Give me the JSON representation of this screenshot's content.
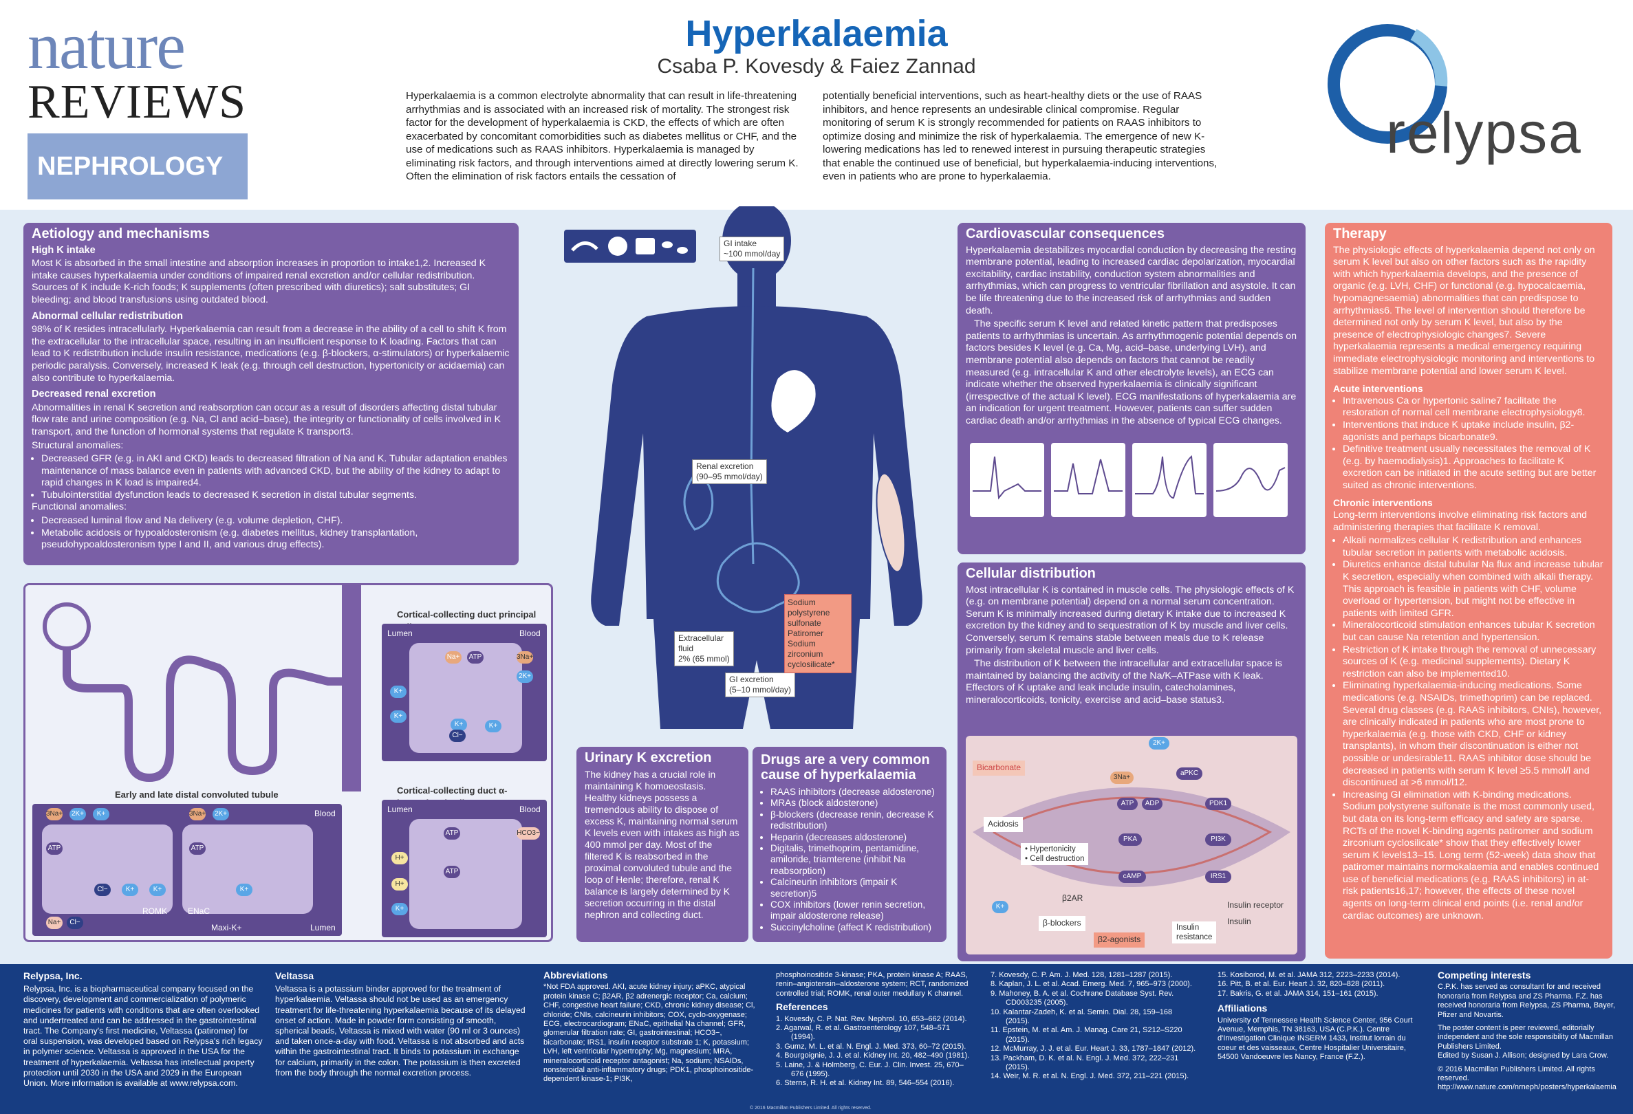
{
  "header": {
    "journal_line1": "nature",
    "journal_line2": "REVIEWS",
    "journal_line3": "NEPHROLOGY",
    "title": "Hyperkalaemia",
    "authors": "Csaba P. Kovesdy & Faiez Zannad",
    "sponsor": "relypsa",
    "intro_left": "Hyperkalaemia is a common electrolyte abnormality that can result in life-threatening arrhythmias and is associated with an increased risk of mortality. The strongest risk factor for the development of hyperkalaemia is CKD, the effects of which are often exacerbated by concomitant comorbidities such as diabetes mellitus or CHF, and the use of medications such as RAAS inhibitors. Hyperkalaemia is managed by eliminating risk factors, and through interventions aimed at directly lowering serum K. Often the elimination of risk factors entails the cessation of",
    "intro_right": "potentially beneficial interventions, such as heart-healthy diets or the use of RAAS inhibitors, and hence represents an undesirable clinical compromise. Regular monitoring of serum K is strongly recommended for patients on RAAS inhibitors to optimize dosing and minimize the risk of hyperkalaemia. The emergence of new K-lowering medications has led to renewed interest in pursuing therapeutic strategies that enable the continued use of beneficial, but hyperkalaemia-inducing interventions, even in patients who are prone to hyperkalaemia."
  },
  "colors": {
    "title_blue": "#1565b7",
    "purple": "#7a5fa6",
    "salmon": "#ef8377",
    "navy": "#173d82",
    "body": "#2f3f86"
  },
  "aetiology": {
    "title": "Aetiology and mechanisms",
    "h1": "High K intake",
    "p1": "Most K is absorbed in the small intestine and absorption increases in proportion to intake1,2. Increased K intake causes hyperkalaemia under conditions of impaired renal excretion and/or cellular redistribution. Sources of K include K-rich foods; K supplements (often prescribed with diuretics); salt substitutes; GI bleeding; and blood transfusions using outdated blood.",
    "h2": "Abnormal cellular redistribution",
    "p2": "98% of K resides intracellularly. Hyperkalaemia can result from a decrease in the ability of a cell to shift K from the extracellular to the intracellular space, resulting in an insufficient response to K loading. Factors that can lead to K redistribution include insulin resistance, medications (e.g. β-blockers, α-stimulators) or hyperkalaemic periodic paralysis. Conversely, increased K leak (e.g. through cell destruction, hypertonicity or acidaemia) can also contribute to hyperkalaemia.",
    "h3": "Decreased renal excretion",
    "p3": "Abnormalities in renal K secretion and reabsorption can occur as a result of disorders affecting distal tubular flow rate and urine composition (e.g. Na, Cl and acid–base), the integrity or functionality of cells involved in K transport, and the function of hormonal systems that regulate K transport3.",
    "structural": "Structural anomalies:",
    "s1": "Decreased GFR (e.g. in AKI and CKD) leads to decreased filtration of Na and K. Tubular adaptation enables maintenance of mass balance even in patients with advanced CKD, but the ability of the kidney to adapt to rapid changes in K load is impaired4.",
    "s2": "Tubulointerstitial dysfunction leads to decreased K secretion in distal tubular segments.",
    "functional": "Functional anomalies:",
    "f1": "Decreased luminal flow and Na delivery (e.g. volume depletion, CHF).",
    "f2": "Metabolic acidosis or hypoaldosteronism (e.g. diabetes mellitus, kidney transplantation, pseudohypoaldosteronism type I and II, and various drug effects)."
  },
  "nephron": {
    "principal_title": "Cortical-collecting duct principal cell",
    "alpha_title": "Cortical-collecting duct α-intercalated cell",
    "dct_title": "Early and late distal convoluted tubule",
    "lumen": "Lumen",
    "blood": "Blood",
    "atp": "ATP",
    "na3": "3Na+",
    "k2": "2K+",
    "k": "K+",
    "na": "Na+",
    "cl": "Cl−",
    "h": "H+",
    "hco3": "HCO3−",
    "romk": "ROMK",
    "enac": "ENaC",
    "maxik": "Maxi-K+"
  },
  "body": {
    "gi_intake": "GI intake\n~100 mmol/day",
    "renal": "Renal excretion\n(90–95 mmol/day)",
    "extracellular": "Extracellular\nfluid\n2% (65 mmol)",
    "gi_excretion": "GI excretion\n(5–10 mmol/day)",
    "drugs_tag": [
      "Sodium polystyrene sulfonate",
      "Patiromer",
      "Sodium zirconium cyclosilicate*"
    ]
  },
  "cardio": {
    "title": "Cardiovascular consequences",
    "p1": "Hyperkalaemia destabilizes myocardial conduction by decreasing the resting membrane potential, leading to increased cardiac depolarization, myocardial excitability, cardiac instability, conduction system abnormalities and arrhythmias, which can progress to ventricular fibrillation and asystole. It can be life threatening due to the increased risk of arrhythmias and sudden death.",
    "p2": "The specific serum K level and related kinetic pattern that predisposes patients to arrhythmias is uncertain. As arrhythmogenic potential depends on factors besides K level (e.g. Ca, Mg, acid–base, underlying LVH), and membrane potential also depends on factors that cannot be readily measured (e.g. intracellular K and other electrolyte levels), an ECG can indicate whether the observed hyperkalaemia is clinically significant (irrespective of the actual K level). ECG manifestations of hyperkalaemia are an indication for urgent treatment. However, patients can suffer sudden cardiac death and/or arrhythmias in the absence of typical ECG changes."
  },
  "cellular": {
    "title": "Cellular distribution",
    "p1": "Most intracellular K is contained in muscle cells. The physiologic effects of K (e.g. on membrane potential) depend on a normal serum concentration. Serum K is minimally increased during dietary K intake due to increased K excretion by the kidney and to sequestration of K by muscle and liver cells. Conversely, serum K remains stable between meals due to K release primarily from skeletal muscle and liver cells.",
    "p2": "The distribution of K between the intracellular and extracellular space is maintained by balancing the activity of the Na/K–ATPase with K leak. Effectors of K uptake and leak include insulin, catecholamines, mineralocorticoids, tonicity, exercise and acid–base status3.",
    "bicarbonate": "Bicarbonate",
    "acidosis": "Acidosis",
    "hyper1": "• Hypertonicity",
    "hyper2": "• Cell destruction",
    "k2": "2K+",
    "na3": "3Na+",
    "atp": "ATP",
    "adp": "ADP",
    "apkc": "aPKC",
    "pdk1": "PDK1",
    "pka": "PKA",
    "pi3k": "PI3K",
    "camp": "cAMP",
    "irs1": "IRS1",
    "b2ar": "β2AR",
    "bblockers": "β-blockers",
    "b2agonists": "β2-agonists",
    "insulin_receptor": "Insulin receptor",
    "insulin": "Insulin",
    "insulin_resistance": "Insulin\nresistance",
    "k": "K+"
  },
  "urinary": {
    "title": "Urinary K excretion",
    "text": "The kidney has a crucial role in maintaining K homoeostasis. Healthy kidneys possess a tremendous ability to dispose of excess K, maintaining normal serum K levels even with intakes as high as 400 mmol per day. Most of the filtered K is reabsorbed in the proximal convoluted tubule and the loop of Henle; therefore, renal K balance is largely determined by K secretion occurring in the distal nephron and collecting duct."
  },
  "drugs": {
    "title": "Drugs are a very common cause of hyperkalaemia",
    "items": [
      "RAAS inhibitors (decrease aldosterone)",
      "MRAs (block aldosterone)",
      "β-blockers (decrease renin, decrease K redistribution)",
      "Heparin (decreases aldosterone)",
      "Digitalis, trimethoprim, pentamidine, amiloride, triamterene (inhibit Na reabsorption)",
      "Calcineurin inhibitors (impair K secretion)5",
      "COX inhibitors (lower renin secretion, impair aldosterone release)",
      "Succinylcholine (affect K redistribution)"
    ]
  },
  "therapy": {
    "title": "Therapy",
    "intro": "The physiologic effects of hyperkalaemia depend not only on serum K level but also on other factors such as the rapidity with which hyperkalaemia develops, and the presence of organic (e.g. LVH, CHF) or functional (e.g. hypocalcaemia, hypomagnesaemia) abnormalities that can predispose to arrhythmias6. The level of intervention should therefore be determined not only by serum K level, but also by the presence of electrophysiologic changes7. Severe hyperkalaemia represents a medical emergency requiring immediate electrophysiologic monitoring and interventions to stabilize membrane potential and lower serum K level.",
    "acute_title": "Acute interventions",
    "acute": [
      "Intravenous Ca or hypertonic saline7 facilitate the restoration of normal cell membrane electrophysiology8.",
      "Interventions that induce K uptake include insulin, β2-agonists and perhaps bicarbonate9.",
      "Definitive treatment usually necessitates the removal of K (e.g. by haemodialysis)1. Approaches to facilitate K excretion can be initiated in the acute setting but are better suited as chronic interventions."
    ],
    "chronic_title": "Chronic interventions",
    "chronic_intro": "Long-term interventions involve eliminating risk factors and administering therapies that facilitate K removal.",
    "chronic": [
      "Alkali normalizes cellular K redistribution and enhances tubular secretion in patients with metabolic acidosis.",
      "Diuretics enhance distal tubular Na flux and increase tubular K secretion, especially when combined with alkali therapy. This approach is feasible in patients with CHF, volume overload or hypertension, but might not be effective in patients with limited GFR.",
      "Mineralocorticoid stimulation enhances tubular K secretion but can cause Na retention and hypertension.",
      "Restriction of K intake through the removal of unnecessary sources of K (e.g. medicinal supplements). Dietary K restriction can also be implemented10.",
      "Eliminating hyperkalaemia-inducing medications. Some medications (e.g. NSAIDs, trimethoprim) can be replaced. Several drug classes (e.g. RAAS inhibitors, CNIs), however, are clinically indicated in patients who are most prone to hyperkalaemia (e.g. those with CKD, CHF or kidney transplants), in whom their discontinuation is either not possible or undesirable11. RAAS inhibitor dose should be decreased in patients with serum K level ≥5.5 mmol/l and discontinued at >6 mmol/l12.",
      "Increasing GI elimination with K-binding medications. Sodium polystyrene sulfonate is the most commonly used, but data on its long-term efficacy and safety are sparse. RCTs of the novel K-binding agents patiromer and sodium zirconium cyclosilicate* show that they effectively lower serum K levels13–15. Long term (52-week) data show that patiromer maintains normokalaemia and enables continued use of beneficial medications (e.g. RAAS inhibitors) in at-risk patients16,17; however, the effects of these novel agents on long-term clinical end points (i.e. renal and/or cardiac outcomes) are unknown."
    ]
  },
  "footer": {
    "relypsa_title": "Relypsa, Inc.",
    "relypsa_text": "Relypsa, Inc. is a biopharmaceutical company focused on the discovery, development and commercialization of polymeric medicines for patients with conditions that are often overlooked and undertreated and can be addressed in the gastrointestinal tract. The Company's first medicine, Veltassa (patiromer) for oral suspension, was developed based on Relypsa's rich legacy in polymer science. Veltassa is approved in the USA for the treatment of hyperkalaemia. Veltassa has intellectual property protection until 2030 in the USA and 2029 in the European Union. More information is available at www.relypsa.com.",
    "veltassa_title": "Veltassa",
    "veltassa_text": "Veltassa is a potassium binder approved for the treatment of hyperkalaemia. Veltassa should not be used as an emergency treatment for life-threatening hyperkalaemia because of its delayed onset of action. Made in powder form consisting of smooth, spherical beads, Veltassa is mixed with water (90 ml or 3 ounces) and taken once-a-day with food. Veltassa is not absorbed and acts within the gastrointestinal tract. It binds to potassium in exchange for calcium, primarily in the colon. The potassium is then excreted from the body through the normal excretion process.",
    "abbrev_title": "Abbreviations",
    "abbrev_text": "*Not FDA approved. AKI, acute kidney injury; aPKC, atypical protein kinase C; β2AR, β2 adrenergic receptor; Ca, calcium; CHF, congestive heart failure; CKD, chronic kidney disease; Cl, chloride; CNIs, calcineurin inhibitors; COX, cyclo-oxygenase; ECG, electrocardiogram; ENaC, epithelial Na channel; GFR, glomerular filtration rate; GI, gastrointestinal; HCO3−, bicarbonate; IRS1, insulin receptor substrate 1; K, potassium; LVH, left ventricular hypertrophy; Mg, magnesium; MRA, mineralocorticoid receptor antagonist; Na, sodium; NSAIDs, nonsteroidal anti-inflammatory drugs; PDK1, phosphoinositide-dependent kinase-1; PI3K,",
    "abbrev_text2": "phosphoinositide 3-kinase; PKA, protein kinase A; RAAS, renin–angiotensin–aldosterone system; RCT, randomized controlled trial; ROMK, renal outer medullary K channel.",
    "refs_title": "References",
    "refs1": [
      "1.  Kovesdy, C. P. Nat. Rev. Nephrol. 10, 653–662 (2014).",
      "2.  Agarwal, R. et al. Gastroenterology 107, 548–571 (1994).",
      "3.  Gumz, M. L. et al. N. Engl. J. Med. 373, 60–72 (2015).",
      "4.  Bourgoignie, J. J. et al. Kidney Int. 20, 482–490 (1981).",
      "5.  Laine, J. & Holmberg, C. Eur. J. Clin. Invest. 25, 670–676 (1995).",
      "6.  Sterns, R. H. et al. Kidney Int. 89, 546–554 (2016)."
    ],
    "refs2": [
      "7.  Kovesdy, C. P. Am. J. Med. 128, 1281–1287 (2015).",
      "8.  Kaplan, J. L. et al. Acad. Emerg. Med. 7, 965–973 (2000).",
      "9.  Mahoney, B. A. et al. Cochrane Database Syst. Rev. CD003235 (2005).",
      "10. Kalantar-Zadeh, K. et al. Semin. Dial. 28, 159–168 (2015).",
      "11. Epstein, M. et al. Am. J. Manag. Care 21, S212–S220 (2015).",
      "12. McMurray, J. J. et al. Eur. Heart J. 33, 1787–1847 (2012).",
      "13. Packham, D. K. et al. N. Engl. J. Med. 372, 222–231 (2015).",
      "14. Weir, M. R. et al. N. Engl. J. Med. 372, 211–221 (2015)."
    ],
    "refs3": [
      "15. Kosiborod, M. et al. JAMA 312, 2223–2233 (2014).",
      "16. Pitt, B. et al. Eur. Heart J. 32, 820–828 (2011).",
      "17. Bakris, G. et al. JAMA 314, 151–161 (2015)."
    ],
    "affil_title": "Affiliations",
    "affil_text": "University of Tennessee Health Science Center, 956 Court Avenue, Memphis, TN 38163, USA (C.P.K.). Centre d'Investigation Clinique INSERM 1433, Institut lorrain du coeur et des vaisseaux, Centre Hospitalier Universitaire, 54500 Vandoeuvre les Nancy, France (F.Z.).",
    "ci_title": "Competing interests",
    "ci_text": "C.P.K. has served as consultant for and received honoraria from Relypsa and ZS Pharma. F.Z. has received honoraria from Relypsa, ZS Pharma, Bayer, Pfizer and Novartis.",
    "ci_text2": "The poster content is peer reviewed, editorially independent and the sole responsibility of Macmillan Publishers Limited.",
    "ci_text3": "Edited by Susan J. Allison; designed by Lara Crow.",
    "ci_text4": "© 2016 Macmillan Publishers Limited. All rights reserved.",
    "ci_text5": "http://www.nature.com/nrneph/posters/hyperkalaemia",
    "copyright_small": "© 2016 Macmillan Publishers Limited. All rights reserved."
  }
}
